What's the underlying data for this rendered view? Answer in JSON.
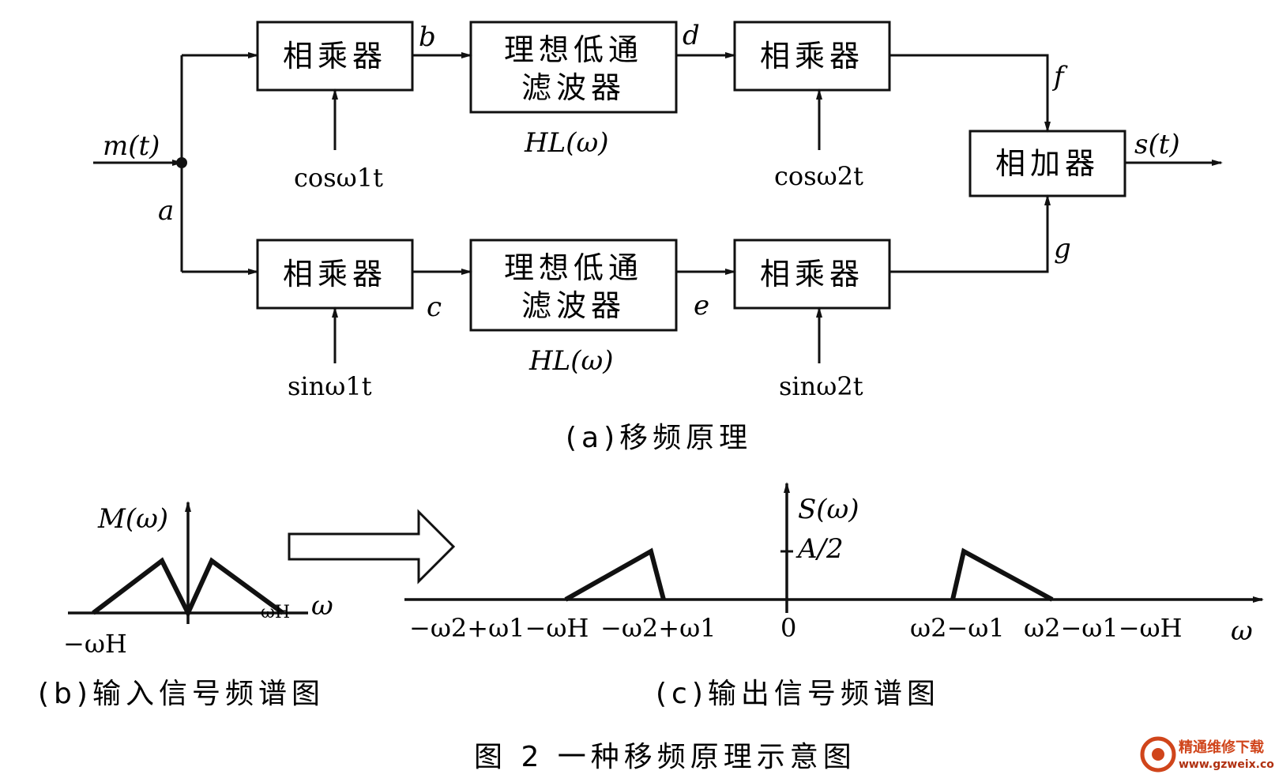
{
  "blocks": {
    "mult1": "相乘器",
    "lpf1_line1": "理想低通",
    "lpf1_line2": "滤波器",
    "mult2": "相乘器",
    "adder": "相加器",
    "mult3": "相乘器",
    "lpf2_line1": "理想低通",
    "lpf2_line2": "滤波器",
    "mult4": "相乘器"
  },
  "labels": {
    "input": "m(t)",
    "node_a": "a",
    "node_b": "b",
    "node_c": "c",
    "node_d": "d",
    "node_e": "e",
    "node_f": "f",
    "node_g": "g",
    "output": "s(t)",
    "hl_top": "HL(ω)",
    "hl_bottom": "HL(ω)",
    "carrier_cos1": "cosω1t",
    "carrier_sin1": "sinω1t",
    "carrier_cos2": "cosω2t",
    "carrier_sin2": "sinω2t"
  },
  "captions": {
    "a": "(a)移频原理",
    "b": "(b)输入信号频谱图",
    "c": "(c)输出信号频谱图",
    "figure": "图 2  一种移频原理示意图"
  },
  "input_spectrum": {
    "ylabel": "M(ω)",
    "xlabel": "ω",
    "neg_tick": "−ωH",
    "pos_tick": "ωH"
  },
  "output_spectrum": {
    "ylabel": "S(ω)",
    "amp_label": "A/2",
    "xlabel": "ω",
    "ticks": [
      "−ω2+ω1−ωH",
      "−ω2+ω1",
      "0",
      "ω2−ω1",
      "ω2−ω1−ωH"
    ]
  },
  "watermark": {
    "line1": "精通维修下载",
    "line2": "www.gzweix.com"
  }
}
